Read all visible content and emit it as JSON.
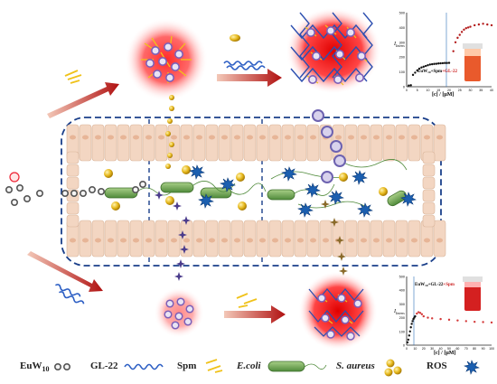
{
  "legend": {
    "euw10": "EuW",
    "euw10_sub": "10",
    "gl22": "GL-22",
    "spm": "Spm",
    "ecoli": "E.coli",
    "saureus": "S. aureus",
    "ros": "ROS"
  },
  "inset_top": {
    "ylabel": "I",
    "ylabel_sub": "Intens",
    "xlabel": "[c] / [μM]",
    "annot_left": "EuW",
    "annot_sub": "10",
    "annot_mid": "+Spm",
    "annot_right": "+GL-22",
    "yticks": [
      "0",
      "100",
      "200",
      "300",
      "400",
      "500"
    ],
    "xticks": [
      "0",
      "5",
      "10",
      "15",
      "20",
      "25",
      "30",
      "35",
      "40"
    ]
  },
  "inset_bottom": {
    "ylabel": "I",
    "ylabel_sub": "Intens",
    "xlabel": "[c] / [μM]",
    "annot_left": "EuW",
    "annot_sub": "10",
    "annot_mid": "+GL-22",
    "annot_right": "+Spm",
    "yticks": [
      "0",
      "100",
      "200",
      "300",
      "400",
      "500"
    ],
    "xticks": [
      "0",
      "10",
      "20",
      "30",
      "40",
      "50",
      "60",
      "70",
      "80",
      "90",
      "100"
    ]
  },
  "chart_data": [
    {
      "type": "scatter",
      "ylim": [
        0,
        500
      ],
      "xlim": [
        0,
        40
      ],
      "series": [
        {
          "x": [
            1,
            2,
            3,
            4,
            5,
            6,
            7,
            8,
            9,
            10,
            11,
            12,
            13,
            14,
            15,
            16,
            17,
            18,
            19,
            20
          ],
          "y": [
            8,
            10,
            80,
            95,
            110,
            122,
            130,
            135,
            140,
            145,
            150,
            152,
            154,
            155,
            157,
            158,
            159,
            160,
            160,
            161
          ]
        },
        {
          "x": [
            22,
            23,
            24,
            25,
            26,
            27,
            28,
            29,
            30,
            32,
            34,
            36,
            38,
            40
          ],
          "y": [
            240,
            300,
            330,
            350,
            370,
            385,
            395,
            400,
            405,
            415,
            420,
            425,
            420,
            415
          ]
        }
      ]
    },
    {
      "type": "scatter",
      "ylim": [
        0,
        500
      ],
      "xlim": [
        0,
        100
      ],
      "series": [
        {
          "x": [
            1,
            2,
            3,
            4,
            5,
            6,
            7,
            8,
            9,
            10
          ],
          "y": [
            20,
            40,
            70,
            100,
            130,
            155,
            175,
            190,
            200,
            210
          ]
        },
        {
          "x": [
            12,
            14,
            16,
            18,
            20,
            25,
            30,
            40,
            50,
            60,
            70,
            80,
            90,
            100
          ],
          "y": [
            230,
            240,
            235,
            225,
            210,
            200,
            195,
            190,
            185,
            180,
            175,
            170,
            168,
            165
          ]
        }
      ]
    }
  ]
}
